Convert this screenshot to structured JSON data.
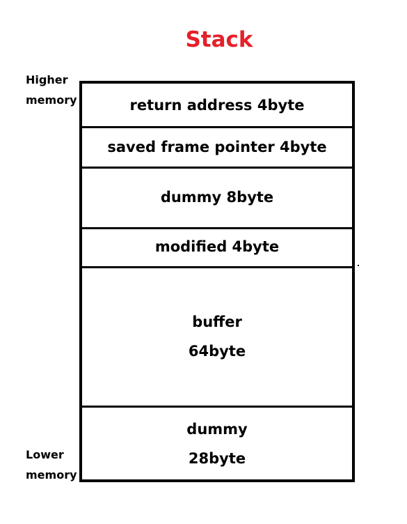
{
  "title": "Stack",
  "title_color": "#e5202a",
  "higher_label": [
    "Higher",
    "memory"
  ],
  "lower_label": [
    "Lower",
    "memory"
  ],
  "segments": [
    {
      "lines": [
        "return address 4byte"
      ]
    },
    {
      "lines": [
        "saved frame pointer 4byte"
      ]
    },
    {
      "lines": [
        "dummy 8byte"
      ]
    },
    {
      "lines": [
        "modified 4byte"
      ]
    },
    {
      "lines": [
        "buffer",
        "64byte"
      ]
    },
    {
      "lines": [
        "dummy",
        "28byte"
      ]
    }
  ]
}
